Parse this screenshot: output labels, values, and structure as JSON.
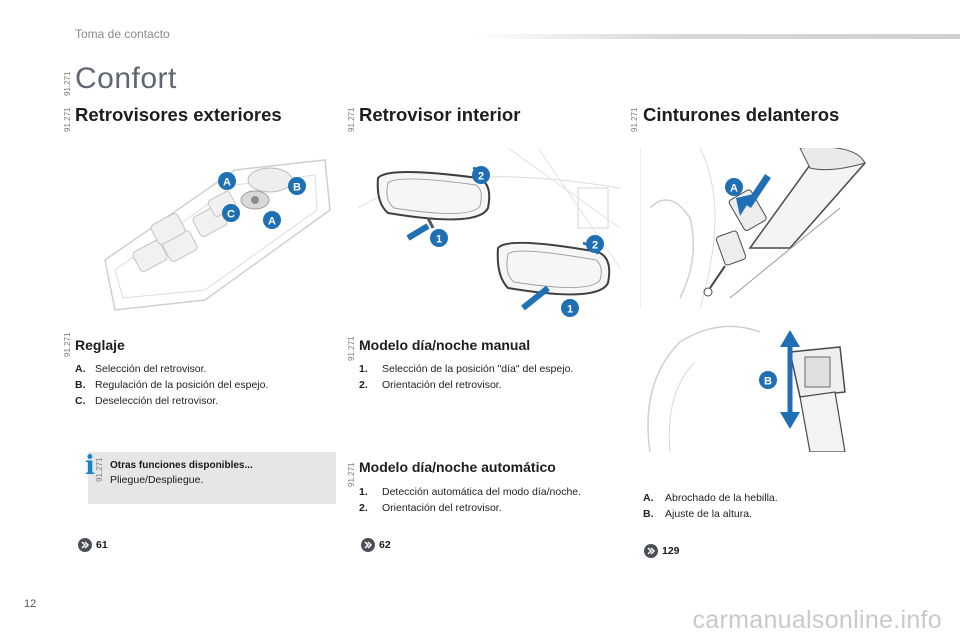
{
  "header": {
    "section": "Toma de contacto",
    "title": "Confort"
  },
  "codes": {
    "label": "91.271"
  },
  "columns": {
    "retrovisores": {
      "title": "Retrovisores exteriores",
      "sub_title": "Reglaje",
      "items": [
        {
          "key": "A.",
          "text": "Selección del retrovisor."
        },
        {
          "key": "B.",
          "text": "Regulación de la posición del espejo."
        },
        {
          "key": "C.",
          "text": "Deselección del retrovisor."
        }
      ],
      "callouts": [
        "A",
        "B",
        "C",
        "A"
      ],
      "info": {
        "title": "Otras funciones disponibles...",
        "text": "Pliegue/Despliegue."
      },
      "ref": "61"
    },
    "interior": {
      "title": "Retrovisor interior",
      "manual": {
        "sub_title": "Modelo día/noche manual",
        "items": [
          {
            "key": "1.",
            "text": "Selección de la posición \"día\" del espejo."
          },
          {
            "key": "2.",
            "text": "Orientación del retrovisor."
          }
        ]
      },
      "auto": {
        "sub_title": "Modelo día/noche automático",
        "items": [
          {
            "key": "1.",
            "text": "Detección automática del modo día/noche."
          },
          {
            "key": "2.",
            "text": "Orientación del retrovisor."
          }
        ]
      },
      "callouts": [
        "1",
        "2"
      ],
      "ref": "62"
    },
    "cinturones": {
      "title": "Cinturones delanteros",
      "callouts": [
        "A",
        "B"
      ],
      "items": [
        {
          "key": "A.",
          "text": "Abrochado de la hebilla."
        },
        {
          "key": "B.",
          "text": "Ajuste de la altura."
        }
      ],
      "ref": "129"
    }
  },
  "footer": {
    "page_number": "12",
    "watermark": "carmanualsonline.info"
  },
  "colors": {
    "callout": "#1f6fb5",
    "info_accent": "#1a83c7",
    "title_grey": "#5f6670"
  }
}
